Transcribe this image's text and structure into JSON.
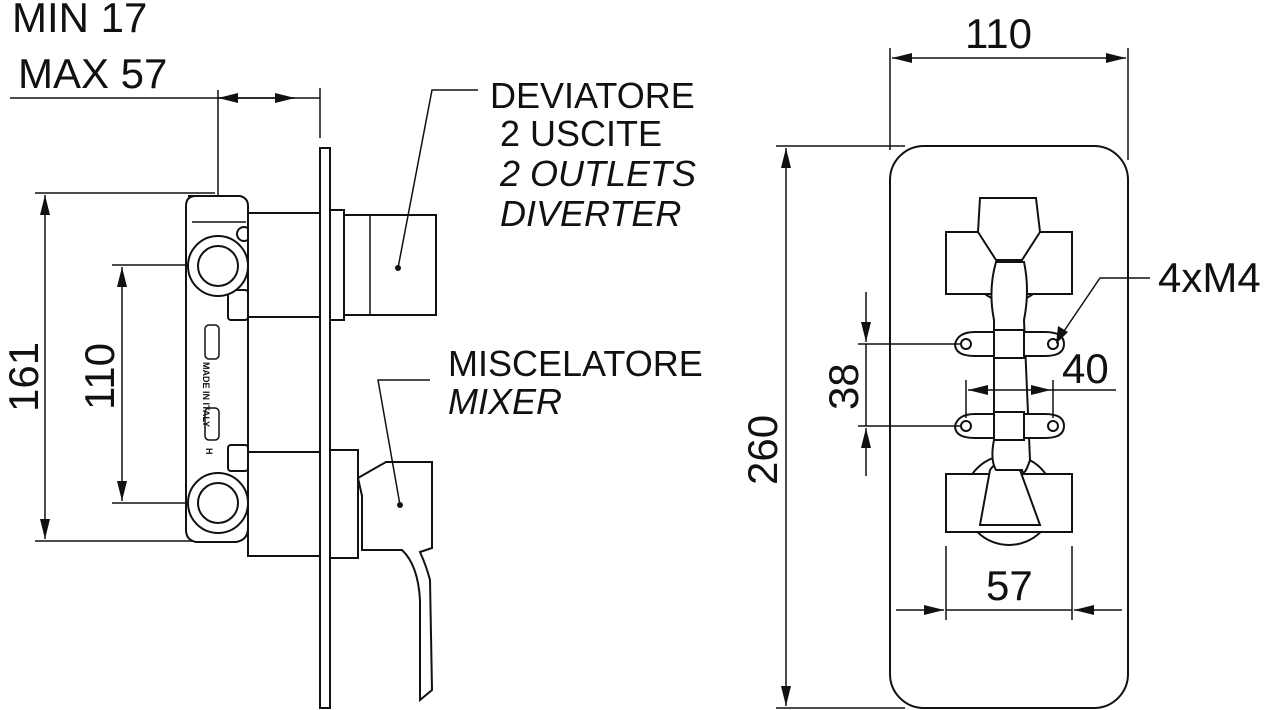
{
  "side_view": {
    "depth_min": "MIN 17",
    "depth_max": "MAX 57",
    "height_total": "161",
    "port_spacing": "110",
    "body_marking": "MADE IN ITALY",
    "body_letter_h": "H",
    "diverter_label_it": "DEVIATORE",
    "diverter_outlets_it": "2 USCITE",
    "diverter_outlets_en": "2 OUTLETS",
    "diverter_label_en": "DIVERTER",
    "mixer_label_it": "MISCELATORE",
    "mixer_label_en": "MIXER"
  },
  "front_view": {
    "plate_width": "110",
    "plate_height": "260",
    "screws": "4xM4",
    "screw_vertical_spacing": "38",
    "screw_horizontal_spacing": "40",
    "valve_width": "57"
  }
}
